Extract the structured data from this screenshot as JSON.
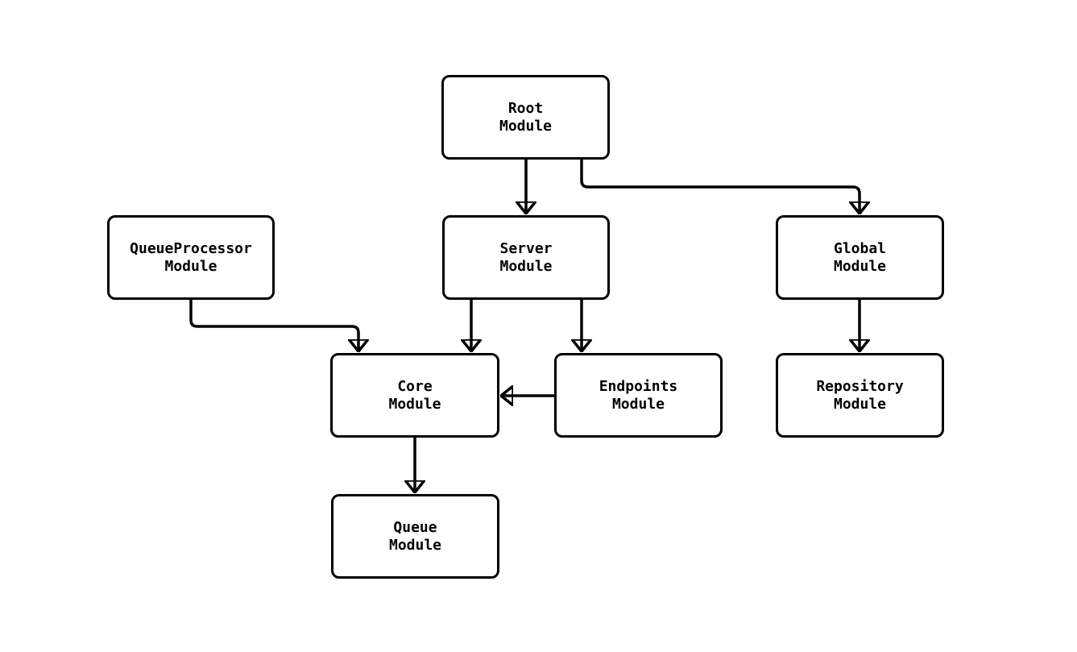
{
  "diagram": {
    "type": "flowchart",
    "background_color": "#ffffff",
    "node_fill_color": "#ffffff",
    "stroke_color": "#000000",
    "text_color": "#000000",
    "nodes": {
      "root": {
        "label": "Root\nModule"
      },
      "queueprocessor": {
        "label": "QueueProcessor\nModule"
      },
      "server": {
        "label": "Server\nModule"
      },
      "global": {
        "label": "Global\nModule"
      },
      "core": {
        "label": "Core\nModule"
      },
      "endpoints": {
        "label": "Endpoints\nModule"
      },
      "repository": {
        "label": "Repository\nModule"
      },
      "queue": {
        "label": "Queue\nModule"
      }
    },
    "edges": [
      {
        "from": "Root Module",
        "to": "Server Module"
      },
      {
        "from": "Root Module",
        "to": "Global Module"
      },
      {
        "from": "QueueProcessor Module",
        "to": "Core Module"
      },
      {
        "from": "Server Module",
        "to": "Core Module"
      },
      {
        "from": "Server Module",
        "to": "Endpoints Module"
      },
      {
        "from": "Global Module",
        "to": "Repository Module"
      },
      {
        "from": "Endpoints Module",
        "to": "Core Module"
      },
      {
        "from": "Core Module",
        "to": "Queue Module"
      }
    ]
  }
}
